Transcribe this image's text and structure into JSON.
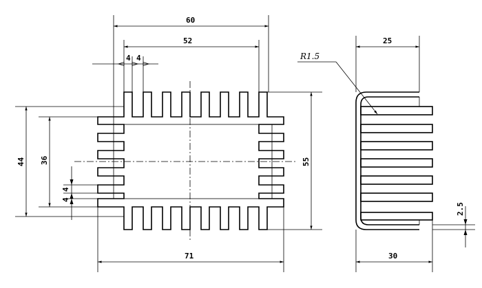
{
  "drawing": {
    "front_view": {
      "dims": {
        "d60": "60",
        "d52": "52",
        "d4a": "4",
        "d4b": "4",
        "d44": "44",
        "d36": "36",
        "d4c": "4",
        "d4d": "4",
        "d55": "55",
        "d71": "71"
      }
    },
    "side_view": {
      "radius_label": "R1.5",
      "dims": {
        "d25": "25",
        "d30": "30",
        "d2_5": "2.5"
      }
    }
  }
}
